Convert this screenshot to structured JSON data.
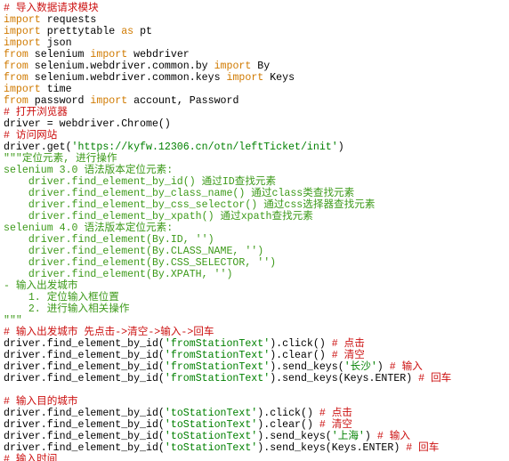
{
  "editor": {
    "colors": {
      "default": "#000000",
      "comment": "#cc1111",
      "keyword": "#d07a00",
      "string": "#008000",
      "docstring": "#3d9a1a",
      "background": "#ffffff"
    },
    "lines": [
      [
        {
          "t": "comment",
          "s": "# 导入数据请求模块"
        }
      ],
      [
        {
          "t": "keyword",
          "s": "import"
        },
        {
          "t": "default",
          "s": " requests"
        }
      ],
      [
        {
          "t": "keyword",
          "s": "import"
        },
        {
          "t": "default",
          "s": " prettytable "
        },
        {
          "t": "keyword",
          "s": "as"
        },
        {
          "t": "default",
          "s": " pt"
        }
      ],
      [
        {
          "t": "keyword",
          "s": "import"
        },
        {
          "t": "default",
          "s": " json"
        }
      ],
      [
        {
          "t": "keyword",
          "s": "from"
        },
        {
          "t": "default",
          "s": " selenium "
        },
        {
          "t": "keyword",
          "s": "import"
        },
        {
          "t": "default",
          "s": " webdriver"
        }
      ],
      [
        {
          "t": "keyword",
          "s": "from"
        },
        {
          "t": "default",
          "s": " selenium.webdriver.common.by "
        },
        {
          "t": "keyword",
          "s": "import"
        },
        {
          "t": "default",
          "s": " By"
        }
      ],
      [
        {
          "t": "keyword",
          "s": "from"
        },
        {
          "t": "default",
          "s": " selenium.webdriver.common.keys "
        },
        {
          "t": "keyword",
          "s": "import"
        },
        {
          "t": "default",
          "s": " Keys"
        }
      ],
      [
        {
          "t": "keyword",
          "s": "import"
        },
        {
          "t": "default",
          "s": " time"
        }
      ],
      [
        {
          "t": "keyword",
          "s": "from"
        },
        {
          "t": "default",
          "s": " password "
        },
        {
          "t": "keyword",
          "s": "import"
        },
        {
          "t": "default",
          "s": " account, Password"
        }
      ],
      [
        {
          "t": "comment",
          "s": "# 打开浏览器"
        }
      ],
      [
        {
          "t": "default",
          "s": "driver = webdriver.Chrome()"
        }
      ],
      [
        {
          "t": "comment",
          "s": "# 访问网站"
        }
      ],
      [
        {
          "t": "default",
          "s": "driver.get("
        },
        {
          "t": "string",
          "s": "'https://kyfw.12306.cn/otn/leftTicket/init'"
        },
        {
          "t": "default",
          "s": ")"
        }
      ],
      [
        {
          "t": "docstring",
          "s": "\"\"\"定位元素, 进行操作"
        }
      ],
      [
        {
          "t": "docstring",
          "s": "selenium 3.0 语法版本定位元素:"
        }
      ],
      [
        {
          "t": "docstring",
          "s": "    driver.find_element_by_id() 通过ID查找元素"
        }
      ],
      [
        {
          "t": "docstring",
          "s": "    driver.find_element_by_class_name() 通过class类查找元素"
        }
      ],
      [
        {
          "t": "docstring",
          "s": "    driver.find_element_by_css_selector() 通过css选择器查找元素"
        }
      ],
      [
        {
          "t": "docstring",
          "s": "    driver.find_element_by_xpath() 通过xpath查找元素"
        }
      ],
      [
        {
          "t": "docstring",
          "s": "selenium 4.0 语法版本定位元素:"
        }
      ],
      [
        {
          "t": "docstring",
          "s": "    driver.find_element(By.ID, '')"
        }
      ],
      [
        {
          "t": "docstring",
          "s": "    driver.find_element(By.CLASS_NAME, '')"
        }
      ],
      [
        {
          "t": "docstring",
          "s": "    driver.find_element(By.CSS_SELECTOR, '')"
        }
      ],
      [
        {
          "t": "docstring",
          "s": "    driver.find_element(By.XPATH, '')"
        }
      ],
      [
        {
          "t": "docstring",
          "s": "- 输入出发城市"
        }
      ],
      [
        {
          "t": "docstring",
          "s": "    1. 定位输入框位置"
        }
      ],
      [
        {
          "t": "docstring",
          "s": "    2. 进行输入相关操作"
        }
      ],
      [
        {
          "t": "docstring",
          "s": "\"\"\""
        }
      ],
      [
        {
          "t": "comment",
          "s": "# 输入出发城市 先点击->清空->输入->回车"
        }
      ],
      [
        {
          "t": "default",
          "s": "driver.find_element_by_id("
        },
        {
          "t": "string",
          "s": "'fromStationText'"
        },
        {
          "t": "default",
          "s": ").click() "
        },
        {
          "t": "comment",
          "s": "# 点击"
        }
      ],
      [
        {
          "t": "default",
          "s": "driver.find_element_by_id("
        },
        {
          "t": "string",
          "s": "'fromStationText'"
        },
        {
          "t": "default",
          "s": ").clear() "
        },
        {
          "t": "comment",
          "s": "# 清空"
        }
      ],
      [
        {
          "t": "default",
          "s": "driver.find_element_by_id("
        },
        {
          "t": "string",
          "s": "'fromStationText'"
        },
        {
          "t": "default",
          "s": ").send_keys("
        },
        {
          "t": "string",
          "s": "'长沙'"
        },
        {
          "t": "default",
          "s": ") "
        },
        {
          "t": "comment",
          "s": "# 输入"
        }
      ],
      [
        {
          "t": "default",
          "s": "driver.find_element_by_id("
        },
        {
          "t": "string",
          "s": "'fromStationText'"
        },
        {
          "t": "default",
          "s": ").send_keys(Keys.ENTER) "
        },
        {
          "t": "comment",
          "s": "# 回车"
        }
      ],
      [
        {
          "t": "default",
          "s": ""
        }
      ],
      [
        {
          "t": "comment",
          "s": "# 输入目的城市"
        }
      ],
      [
        {
          "t": "default",
          "s": "driver.find_element_by_id("
        },
        {
          "t": "string",
          "s": "'toStationText'"
        },
        {
          "t": "default",
          "s": ").click() "
        },
        {
          "t": "comment",
          "s": "# 点击"
        }
      ],
      [
        {
          "t": "default",
          "s": "driver.find_element_by_id("
        },
        {
          "t": "string",
          "s": "'toStationText'"
        },
        {
          "t": "default",
          "s": ").clear() "
        },
        {
          "t": "comment",
          "s": "# 清空"
        }
      ],
      [
        {
          "t": "default",
          "s": "driver.find_element_by_id("
        },
        {
          "t": "string",
          "s": "'toStationText'"
        },
        {
          "t": "default",
          "s": ").send_keys("
        },
        {
          "t": "string",
          "s": "'上海'"
        },
        {
          "t": "default",
          "s": ") "
        },
        {
          "t": "comment",
          "s": "# 输入"
        }
      ],
      [
        {
          "t": "default",
          "s": "driver.find_element_by_id("
        },
        {
          "t": "string",
          "s": "'toStationText'"
        },
        {
          "t": "default",
          "s": ").send_keys(Keys.ENTER) "
        },
        {
          "t": "comment",
          "s": "# 回车"
        }
      ],
      [
        {
          "t": "comment",
          "s": "# 输入时间"
        }
      ]
    ]
  }
}
